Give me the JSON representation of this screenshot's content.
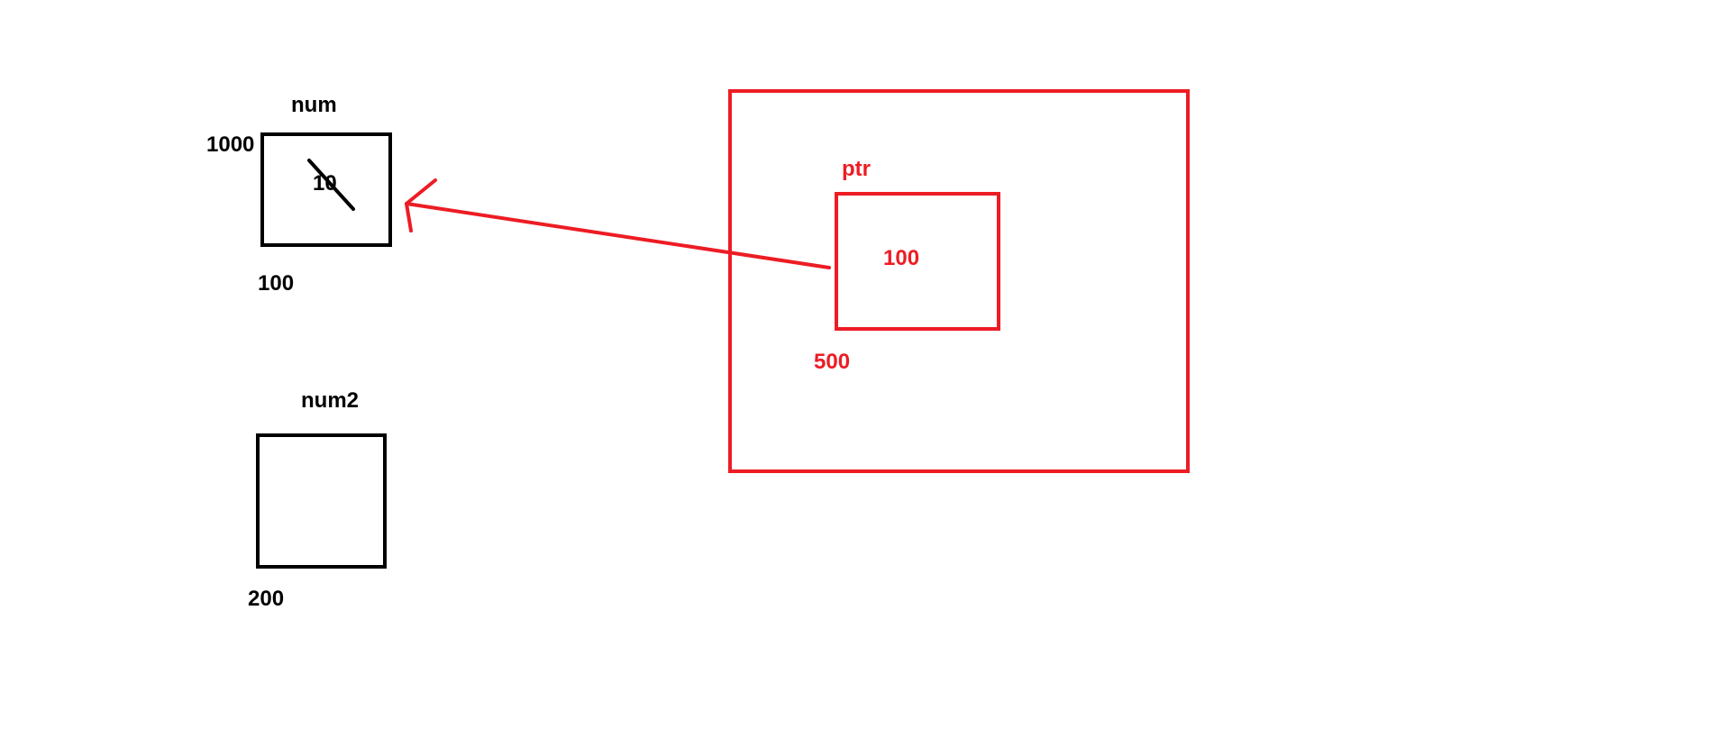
{
  "colors": {
    "ink": "#000000",
    "accent": "#ed1c24",
    "background": "#ffffff"
  },
  "diagram": {
    "num": {
      "name": "num",
      "address_top": "1000",
      "value": "10",
      "value_struck_out": true,
      "address_bottom": "100"
    },
    "num2": {
      "name": "num2",
      "address": "200"
    },
    "ptr": {
      "name": "ptr",
      "value": "100",
      "address": "500"
    },
    "arrow": {
      "from": "ptr",
      "to": "num"
    }
  }
}
